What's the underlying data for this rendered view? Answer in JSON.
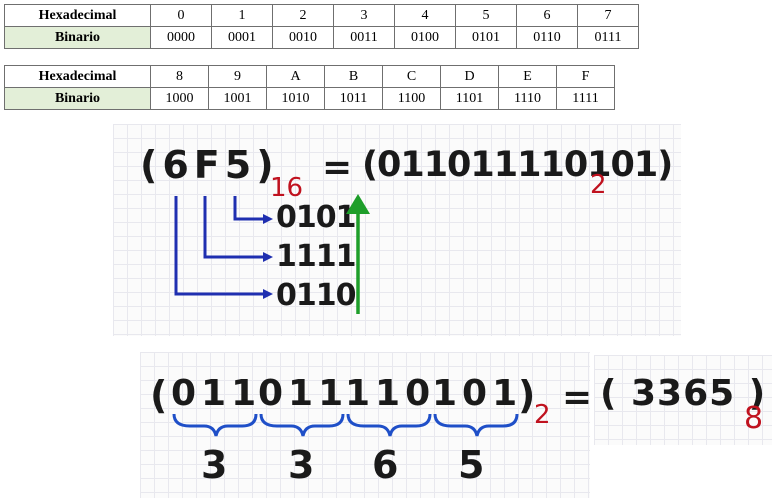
{
  "table1": {
    "row1_header": "Hexadecimal",
    "row2_header": "Binario",
    "hex": [
      "0",
      "1",
      "2",
      "3",
      "4",
      "5",
      "6",
      "7"
    ],
    "bin": [
      "0000",
      "0001",
      "0010",
      "0011",
      "0100",
      "0101",
      "0110",
      "0111"
    ]
  },
  "table2": {
    "row1_header": "Hexadecimal",
    "row2_header": "Binario",
    "hex": [
      "8",
      "9",
      "A",
      "B",
      "C",
      "D",
      "E",
      "F"
    ],
    "bin": [
      "1000",
      "1001",
      "1010",
      "1011",
      "1100",
      "1101",
      "1110",
      "1111"
    ]
  },
  "conversion_top": {
    "hex_number": "(6F5)",
    "hex_base": "16",
    "equals": "=",
    "binary_result": "(011011110101)",
    "binary_base": "2",
    "digit_expansions": [
      "0101",
      "1111",
      "0110"
    ]
  },
  "conversion_bottom": {
    "binary_groups": [
      "011",
      "011",
      "110",
      "101"
    ],
    "open_paren": "(",
    "close_paren": ")",
    "binary_base": "2",
    "equals": "=",
    "octal_result": "( 3365 )",
    "octal_base": "8",
    "octal_digits": [
      "3",
      "3",
      "6",
      "5"
    ]
  },
  "colors": {
    "arrow_blue": "#1f2fb0",
    "arrow_green": "#1e9e2a",
    "base_red": "#c0121f",
    "brace_blue": "#1f4fc8",
    "binary_header_bg": "#e3efd8"
  }
}
